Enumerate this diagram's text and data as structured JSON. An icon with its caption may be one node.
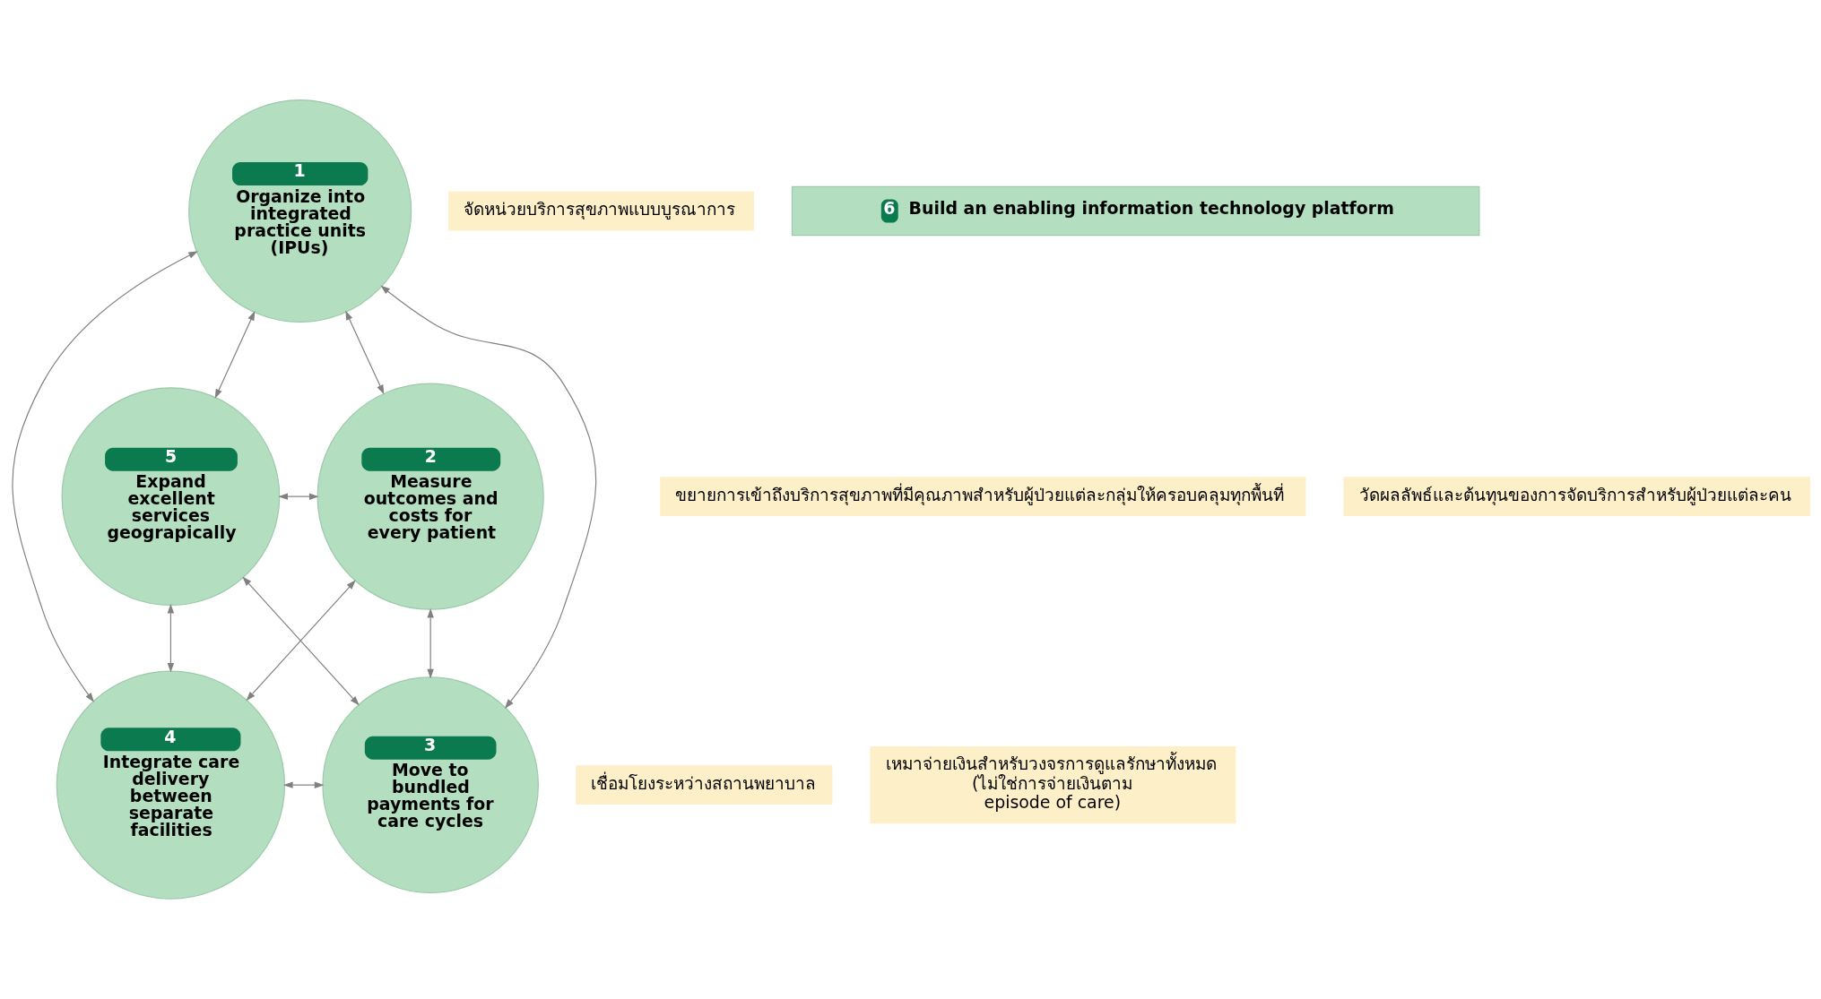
{
  "diagram": {
    "nodes": [
      {
        "text": [
          "1",
          "Organize into integrated practice units (IPUs)"
        ]
      },
      {
        "text": [
          "จัดหน่วยบริการสุขภาพแบบบูรณาการ"
        ]
      },
      {
        "text": [
          "ขยายการเข้าถึงบริการสุขภาพที่มีคุณภาพสำหรับผู้ป่วยแต่ละกลุ่มให้ครอบคลุมทุกพื้นที่"
        ]
      },
      {
        "text": [
          "5",
          "Expand excellent services geograpically"
        ]
      },
      {
        "text": [
          "2",
          "Measure outcomes and costs for every patient"
        ]
      },
      {
        "text": [
          "วัดผลลัพธ์และต้นทุนของการจัดบริการสำหรับผู้ป่วยแต่ละคน"
        ]
      },
      {
        "text": [
          "เชื่อมโยงระหว่างสถานพยาบาล"
        ]
      },
      {
        "text": [
          "4",
          "Integrate care delivery between separate facilities"
        ]
      },
      {
        "text": [
          "3",
          "Move to bundled payments for care cycles"
        ]
      },
      {
        "text": [
          "เหมาจ่ายเงินสำหรับวงจรการดูแลรักษาทั้งหมด (ไม่ใช่การจ่ายเงินตาม episode of care)"
        ]
      },
      {
        "text": [
          "6",
          "Build an enabling information technology platform"
        ]
      }
    ],
    "edges": [
      {
        "from": 0,
        "to": 4,
        "arrow": "both"
      },
      {
        "from": 0,
        "to": 8,
        "arrow": "both"
      },
      {
        "from": 0,
        "to": 7,
        "arrow": "both"
      },
      {
        "from": 0,
        "to": 3,
        "arrow": "both"
      },
      {
        "from": 4,
        "to": 8,
        "arrow": "both"
      },
      {
        "from": 4,
        "to": 7,
        "arrow": "both"
      },
      {
        "from": 3,
        "to": 4,
        "arrow": "both"
      },
      {
        "from": 7,
        "to": 8,
        "arrow": "both"
      },
      {
        "from": 3,
        "to": 8,
        "arrow": "both"
      },
      {
        "from": 3,
        "to": 7,
        "arrow": "both"
      }
    ]
  }
}
